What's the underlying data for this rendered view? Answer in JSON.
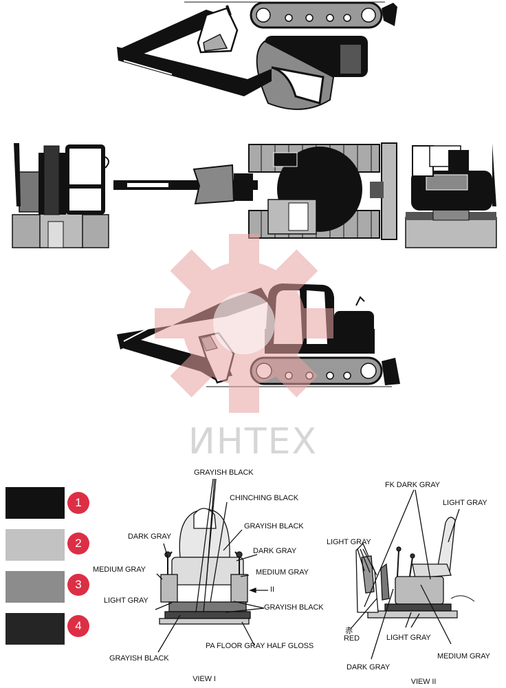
{
  "watermark": {
    "text": "ИНТЕХ",
    "gear_color": "#e9a1a1",
    "text_color": "#d6d6d6"
  },
  "swatches": [
    {
      "number": "1",
      "color": "#111111"
    },
    {
      "number": "2",
      "color": "#c2c2c2"
    },
    {
      "number": "3",
      "color": "#8c8c8c"
    },
    {
      "number": "4",
      "color": "#252525"
    }
  ],
  "badge_color": "#dc2f45",
  "view1": {
    "caption": "VIEW I",
    "arrow_label": "II",
    "labels": {
      "grayish_black_top": "GRAYISH BLACK",
      "chinching_black": "CHINCHING BLACK",
      "grayish_black_2": "GRAYISH BLACK",
      "dark_gray_left": "DARK GRAY",
      "dark_gray_right": "DARK GRAY",
      "medium_gray_left": "MEDIUM GRAY",
      "medium_gray_right": "MEDIUM GRAY",
      "light_gray": "LIGHT GRAY",
      "grayish_black_3": "GRAYISH BLACK",
      "grayish_black_bottom": "GRAYISH BLACK",
      "pa_floor": "PA FLOOR GRAY HALF GLOSS"
    }
  },
  "view2": {
    "caption": "VIEW II",
    "labels": {
      "fk_dark_gray": "FK DARK GRAY",
      "light_gray_top": "LIGHT GRAY",
      "light_gray_left": "LIGHT GRAY",
      "red_jp": "赤",
      "red": "RED",
      "light_gray_bottom": "LIGHT GRAY",
      "medium_gray": "MEDIUM GRAY",
      "dark_gray": "DARK GRAY"
    }
  }
}
